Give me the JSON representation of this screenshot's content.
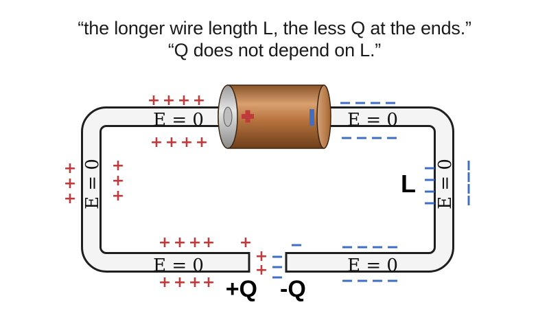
{
  "title_lines": [
    "“the longer wire length L, the less Q at the ends.”",
    "“Q does not depend on L.”"
  ],
  "field_labels": {
    "top_left": "E = 0",
    "top_right": "E = 0",
    "bottom_left": "E = 0",
    "bottom_right": "E = 0",
    "left": "E = 0",
    "right": "E = 0"
  },
  "length_label": "L",
  "charge_labels": {
    "positive": "+Q",
    "negative": "-Q"
  },
  "battery_terminals": {
    "positive": "+",
    "negative": "−"
  },
  "charge_symbols": {
    "plus": "+",
    "minus": "−"
  },
  "colors": {
    "wire_fill": "#f4f4f4",
    "wire_outline": "#1e1e1e",
    "battery_copper": "#b8743f",
    "battery_cap": "#c9c9c9",
    "positive_charge": "#c0393b",
    "negative_charge": "#3f6fc4"
  }
}
